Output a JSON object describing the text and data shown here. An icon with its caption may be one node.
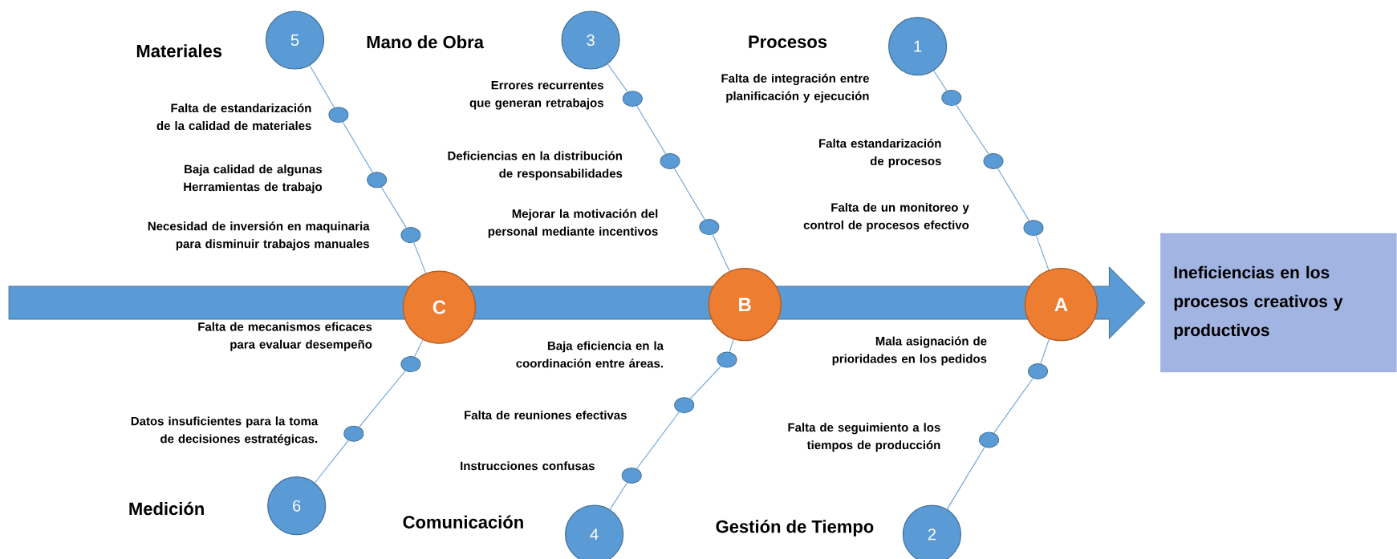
{
  "diagram": {
    "nodes": [
      {
        "text": [
          "5"
        ]
      },
      {
        "text": [],
        "shape": "circle"
      },
      {
        "text": [],
        "shape": "circle"
      },
      {
        "text": [],
        "shape": "circle"
      },
      {
        "text": [
          "3"
        ]
      },
      {
        "text": [],
        "shape": "circle"
      },
      {
        "text": [],
        "shape": "circle"
      },
      {
        "text": [],
        "shape": "circle"
      },
      {
        "text": [
          "1"
        ]
      },
      {
        "text": [],
        "shape": "circle"
      },
      {
        "text": [],
        "shape": "circle"
      },
      {
        "text": [],
        "shape": "circle"
      },
      {
        "text": [
          "Ineficiencias en los procesos creativos y productivos"
        ]
      },
      {
        "text": [
          "C"
        ]
      },
      {
        "text": [
          "B"
        ]
      },
      {
        "text": [
          "A"
        ]
      },
      {
        "text": [],
        "shape": "circle"
      },
      {
        "text": [],
        "shape": "circle"
      },
      {
        "text": [
          "6"
        ]
      },
      {
        "text": [],
        "shape": "circle"
      },
      {
        "text": [],
        "shape": "circle"
      },
      {
        "text": [],
        "shape": "circle"
      },
      {
        "text": [
          "4"
        ]
      },
      {
        "text": [],
        "shape": "circle"
      },
      {
        "text": [],
        "shape": "circle"
      },
      {
        "text": [
          "2"
        ]
      }
    ],
    "edges": [
      {
        "from": 0,
        "to": 1,
        "arrow": "none"
      },
      {
        "from": 1,
        "to": 2,
        "arrow": "none"
      },
      {
        "from": 2,
        "to": 3,
        "arrow": "none"
      },
      {
        "from": 3,
        "to": 13,
        "arrow": "none"
      },
      {
        "from": 4,
        "to": 5,
        "arrow": "none"
      },
      {
        "from": 5,
        "to": 6,
        "arrow": "none"
      },
      {
        "from": 6,
        "to": 7,
        "arrow": "none"
      },
      {
        "from": 7,
        "to": 14,
        "arrow": "none"
      },
      {
        "from": 8,
        "to": 9,
        "arrow": "none"
      },
      {
        "from": 9,
        "to": 10,
        "arrow": "none"
      },
      {
        "from": 10,
        "to": 11,
        "arrow": "none"
      },
      {
        "from": 11,
        "to": 15,
        "arrow": "none"
      },
      {
        "from": 13,
        "to": 16,
        "arrow": "none"
      },
      {
        "from": 16,
        "to": 17,
        "arrow": "none"
      },
      {
        "from": 17,
        "to": 18,
        "arrow": "none"
      },
      {
        "from": 14,
        "to": 19,
        "arrow": "none"
      },
      {
        "from": 19,
        "to": 20,
        "arrow": "none"
      },
      {
        "from": 20,
        "to": 21,
        "arrow": "none"
      },
      {
        "from": 21,
        "to": 22,
        "arrow": "none"
      },
      {
        "from": 15,
        "to": 23,
        "arrow": "none"
      },
      {
        "from": 23,
        "to": 24,
        "arrow": "none"
      },
      {
        "from": 24,
        "to": 25,
        "arrow": "none"
      }
    ],
    "labels": [
      "Materiales",
      "Mano de Obra",
      "Procesos",
      "Falta de estandarización de la calidad de materiales",
      "Errores recurrentes que generan retrabajos",
      "Falta de integración entre planificación y ejecución",
      "Baja calidad de algunas Herramientas de trabajo",
      "Deficiencias en la distribución de responsabilidades",
      "Falta estandarización de procesos",
      "Necesidad de inversión en maquinaria para disminuir trabajos manuales",
      "Mejorar la motivación del personal mediante incentivos",
      "Falta de un monitoreo y control de procesos efectivo",
      "Falta de mecanismos eficaces para evaluar desempeño",
      "Baja eficiencia en la coordinación entre áreas.",
      "Mala asignación de prioridades en los pedidos",
      "Falta de reuniones efectivas",
      "Datos insuficientes para la toma de decisiones estratégicas.",
      "Falta de seguimiento a los tiempos de producción",
      "Instrucciones confusas",
      "Medición",
      "Comunicación",
      "Gestión de Tiempo"
    ]
  }
}
